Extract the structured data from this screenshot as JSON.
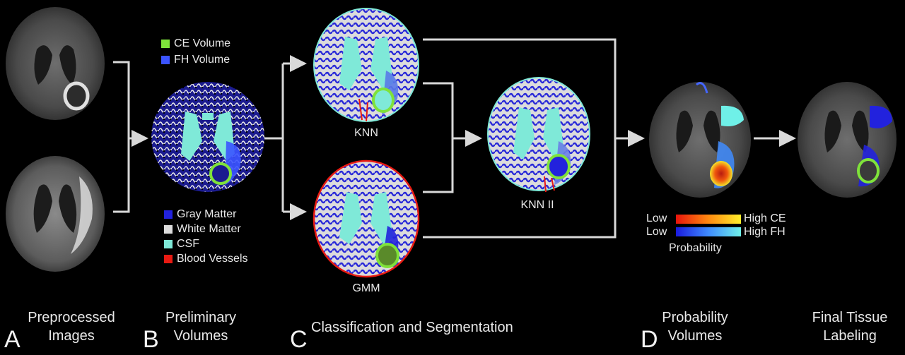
{
  "legend_top": [
    {
      "label": "CE Volume",
      "color": "#7fe23a"
    },
    {
      "label": "FH Volume",
      "color": "#3b54ff"
    }
  ],
  "legend_tissue": [
    {
      "label": "Gray Matter",
      "color": "#2222dd"
    },
    {
      "label": "White Matter",
      "color": "#dcdcdc"
    },
    {
      "label": "CSF",
      "color": "#7fe9d8"
    },
    {
      "label": "Blood Vessels",
      "color": "#e81a12"
    }
  ],
  "map_labels": {
    "knn": "KNN",
    "gmm": "GMM",
    "knn2": "KNN II"
  },
  "probability_legend": {
    "ce_low": "Low",
    "ce_high": "High CE",
    "fh_low": "Low",
    "fh_high": "High FH",
    "caption": "Probability"
  },
  "steps": {
    "a_letter": "A",
    "a_line1": "Preprocessed",
    "a_line2": "Images",
    "b_letter": "B",
    "b_line1": "Preliminary",
    "b_line2": "Volumes",
    "c_letter": "C",
    "c_title": "Classification and Segmentation",
    "d_letter": "D",
    "d_line1": "Probability",
    "d_line2": "Volumes",
    "e_line1": "Final Tissue",
    "e_line2": "Labeling"
  },
  "colors": {
    "background": "#000000",
    "arrow": "#d9d9d9",
    "gray_matter": "#2222dd",
    "white_matter": "#dcdcdc",
    "csf": "#7fe9d8",
    "blood_vessels": "#e81a12",
    "ce_volume": "#7fe23a",
    "fh_volume": "#3b54ff"
  }
}
